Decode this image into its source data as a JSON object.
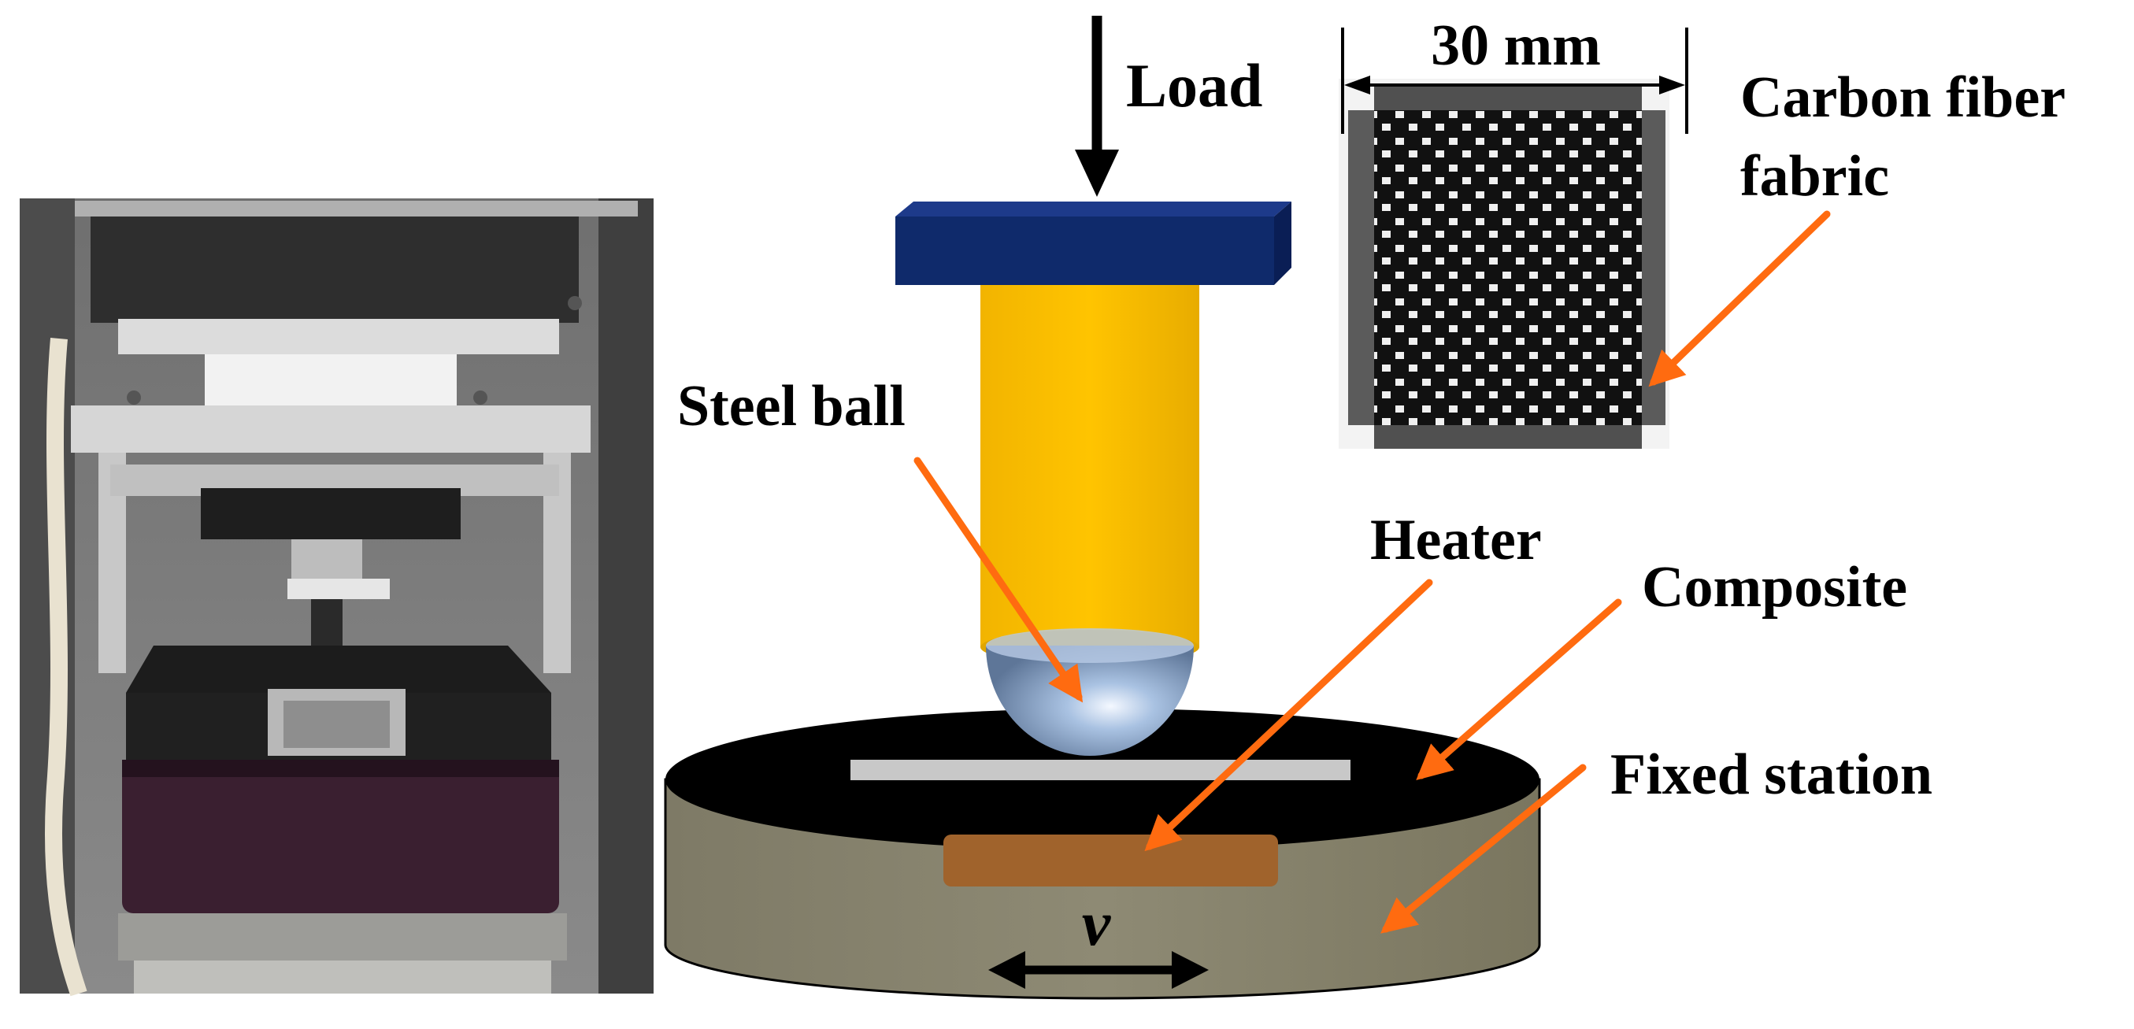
{
  "labels": {
    "load": "Load",
    "dimension": "30 mm",
    "fabric_line1": "Carbon fiber",
    "fabric_line2": "fabric",
    "steel_ball": "Steel ball",
    "heater": "Heater",
    "composite": "Composite",
    "fixed_station": "Fixed station",
    "velocity": "v"
  },
  "colors": {
    "pointer_arrow": "#ff6b10",
    "load_plate": "#0f2a6b",
    "cylinder": "#ffc000",
    "station_side": "#8b8670",
    "composite_top": "#000000",
    "heater": "#a0632c",
    "sample_strip": "#c8c8c8",
    "steel_ball": "#9fb8d8"
  }
}
